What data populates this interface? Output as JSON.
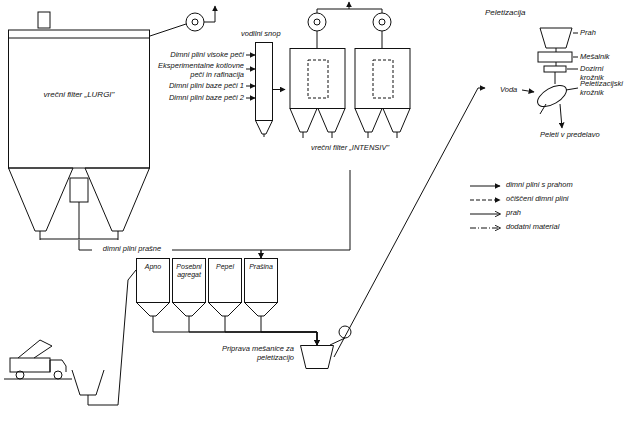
{
  "diagram": {
    "nodes": [
      {
        "text": [
          "vrečni filter „LURGI\""
        ]
      },
      {
        "text": [
          "vodilni snop"
        ]
      },
      {
        "text": [
          "vrečni filter „INTENSIV\""
        ]
      },
      {
        "text": [
          "Apno"
        ]
      },
      {
        "text": [
          "Posebni agregat"
        ]
      },
      {
        "text": [
          "Pepel"
        ]
      },
      {
        "text": [
          "Prašina"
        ]
      },
      {
        "text": [
          "Priprava mešanice za peletizacijo"
        ]
      },
      {
        "text": [
          "Peletizacija"
        ]
      }
    ],
    "edges": [
      {
        "from": 1,
        "to": 2,
        "arrow": "to"
      },
      {
        "from": 0,
        "to": 6,
        "arrow": "to"
      },
      {
        "from": 2,
        "to": 6,
        "arrow": "to"
      },
      {
        "from": 3,
        "to": 7,
        "arrow": "to"
      },
      {
        "from": 4,
        "to": 7,
        "arrow": "to"
      },
      {
        "from": 5,
        "to": 7,
        "arrow": "to"
      },
      {
        "from": 6,
        "to": 7,
        "arrow": "to"
      },
      {
        "from": 7,
        "to": 8,
        "arrow": "to"
      }
    ],
    "labels": [
      "Dimni plini visoke peči",
      "Eksperimentalne kotlovne peči in rafinacija",
      "Dimni plini baze peči 1",
      "Dimni plini baze peči 2",
      "dimni plini prašne",
      "Prah",
      "Mešalnik",
      "Dozirni krožnik",
      "Peletizacijski krožnik",
      "Voda",
      "Peleti v predelavo"
    ],
    "legend": [
      {
        "text": "dimni plini s prahom"
      },
      {
        "text": "očiščeni dimni plini"
      },
      {
        "text": "prah"
      },
      {
        "text": "dodatni material"
      }
    ]
  }
}
